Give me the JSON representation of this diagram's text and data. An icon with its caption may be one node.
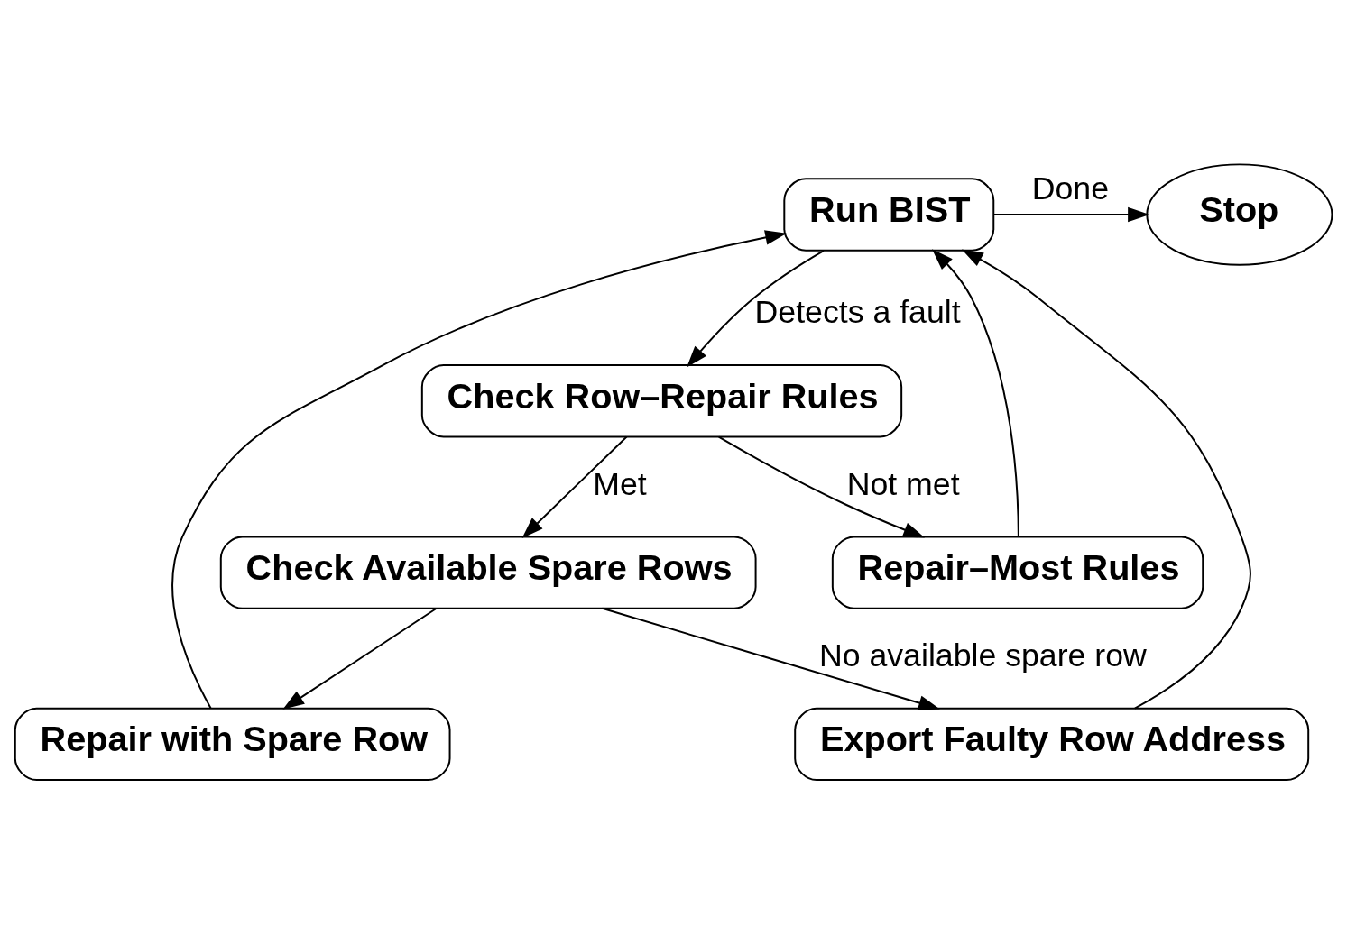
{
  "diagram": {
    "nodes": [
      {
        "text": [
          "Run BIST"
        ]
      },
      {
        "text": [
          "Stop"
        ]
      },
      {
        "text": [
          "Check Row–Repair Rules"
        ]
      },
      {
        "text": [
          "Repair–Most Rules"
        ]
      },
      {
        "text": [
          "Repair with Spare Row"
        ]
      },
      {
        "text": [
          "Check Available Spare Rows"
        ]
      },
      {
        "text": [
          "Export Faulty Row Address"
        ]
      }
    ],
    "edges": [
      {
        "from": 0,
        "to": 1,
        "arrow": "to",
        "label": "Done"
      },
      {
        "from": 0,
        "to": 2,
        "arrow": "to",
        "label": "Detects a fault"
      },
      {
        "from": 2,
        "to": 5,
        "arrow": "to",
        "label": "Met"
      },
      {
        "from": 2,
        "to": 3,
        "arrow": "to",
        "label": "Not met"
      },
      {
        "from": 3,
        "to": 0,
        "arrow": "to"
      },
      {
        "from": 5,
        "to": 4,
        "arrow": "to"
      },
      {
        "from": 5,
        "to": 6,
        "arrow": "to",
        "label": "No available spare row"
      },
      {
        "from": 4,
        "to": 0,
        "arrow": "to"
      },
      {
        "from": 6,
        "to": 0,
        "arrow": "to"
      }
    ]
  }
}
